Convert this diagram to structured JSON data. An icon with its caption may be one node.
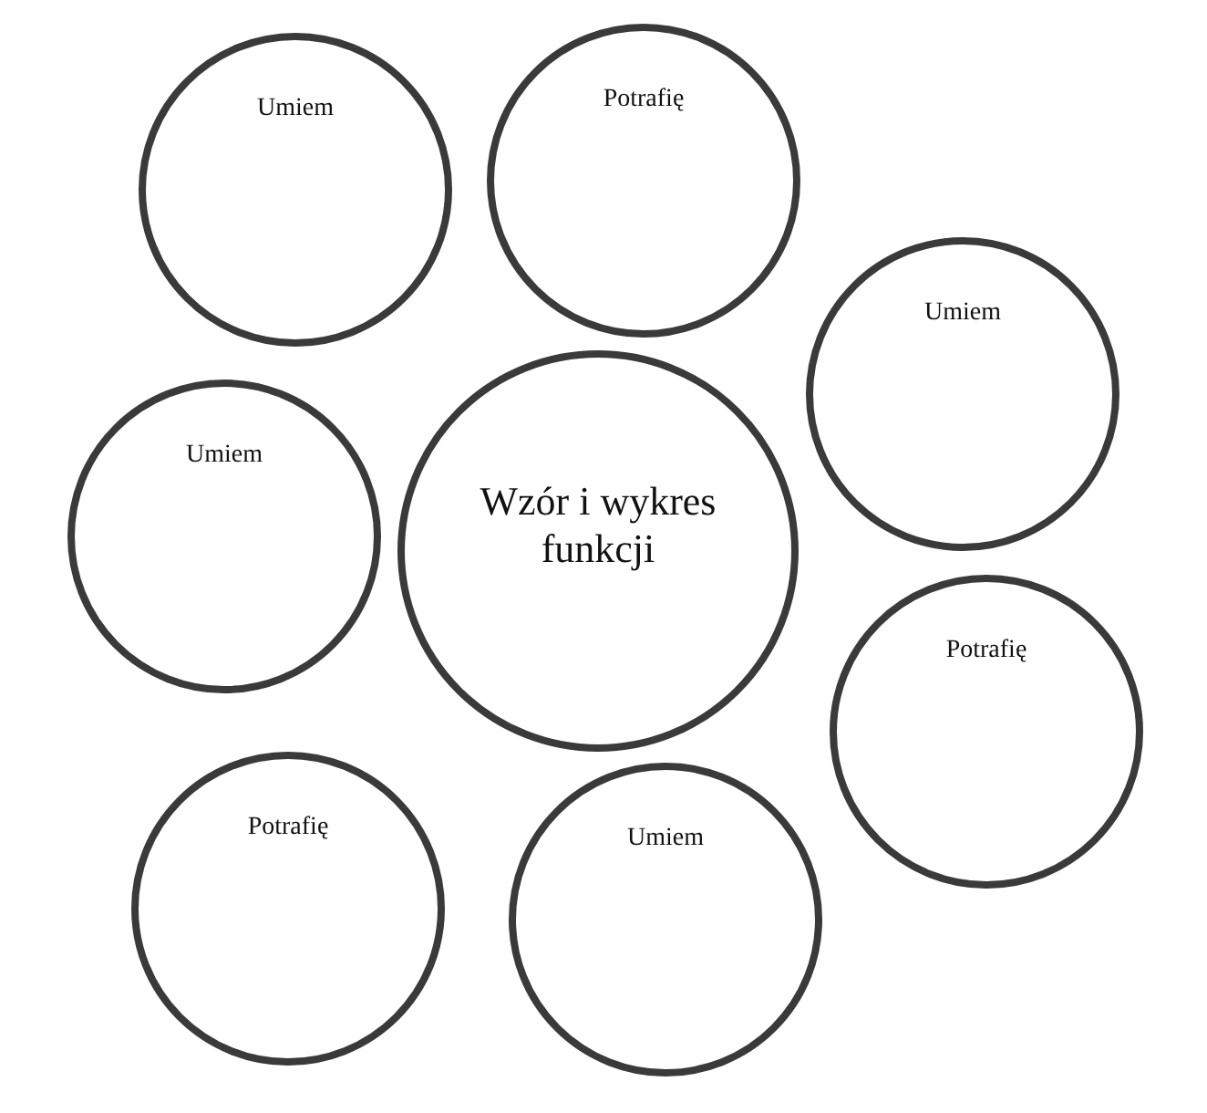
{
  "diagram": {
    "nodes": [
      {
        "text": [
          "Potrafię"
        ]
      },
      {
        "text": [
          "Umiem"
        ]
      },
      {
        "text": [
          "Umiem"
        ]
      },
      {
        "text": [
          "Umiem"
        ]
      },
      {
        "text": [
          "Wzór i wykres funkcji"
        ]
      },
      {
        "text": [
          "Potrafię"
        ]
      },
      {
        "text": [
          "Potrafię"
        ]
      },
      {
        "text": [
          "Umiem"
        ]
      }
    ],
    "edges": []
  }
}
